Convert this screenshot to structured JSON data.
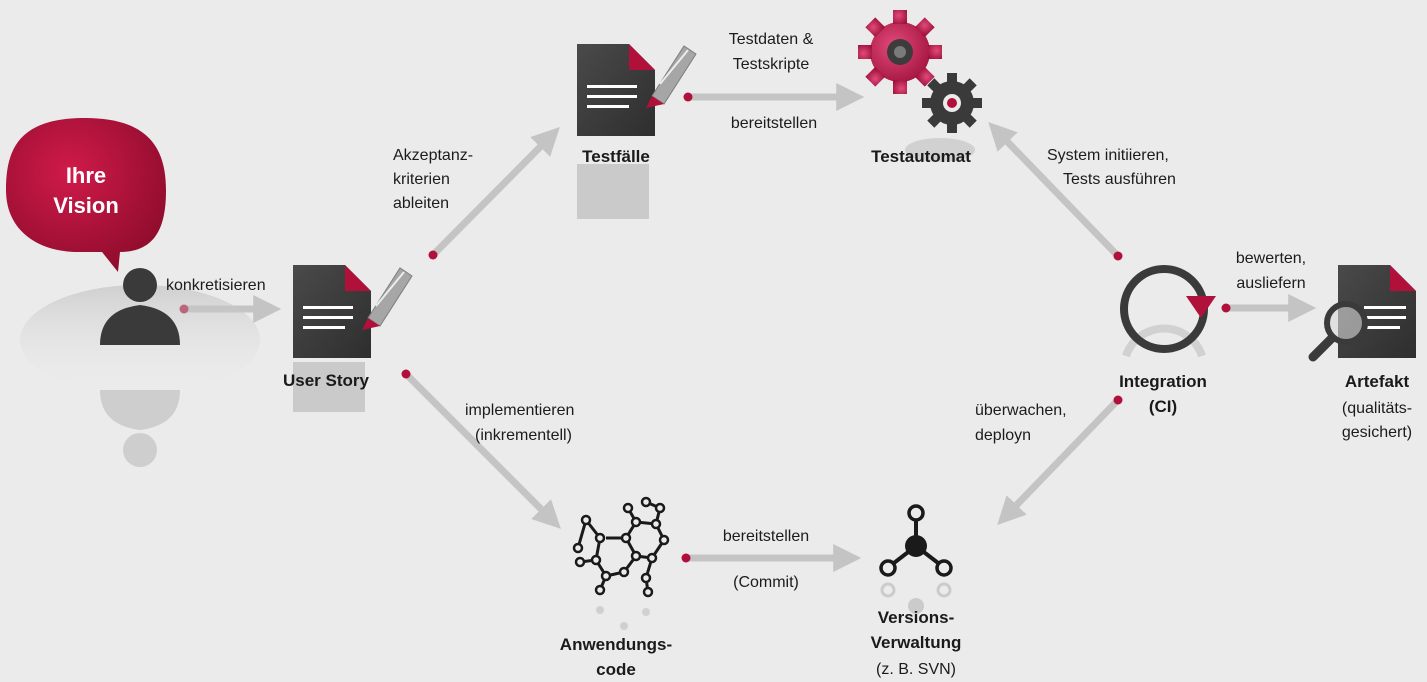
{
  "colors": {
    "background": "#ebebeb",
    "accent": "#b0103a",
    "dark": "#3d3d3d",
    "arrow": "#c4c4c4"
  },
  "vision": {
    "line1": "Ihre",
    "line2": "Vision"
  },
  "nodes": {
    "user_story": "User Story",
    "testfaelle": "Testfälle",
    "testautomat": "Testautomat",
    "integration_1": "Integration",
    "integration_2": "(CI)",
    "artefakt": "Artefakt",
    "artefakt_sub_1": "(qualitäts-",
    "artefakt_sub_2": "gesichert)",
    "anwendungscode_1": "Anwendungs-",
    "anwendungscode_2": "code",
    "versions_1": "Versions-",
    "versions_2": "Verwaltung",
    "versions_sub": "(z. B. SVN)"
  },
  "edges": {
    "konkretisieren": "konkretisieren",
    "akzeptanz_1": "Akzeptanz-",
    "akzeptanz_2": "kriterien",
    "akzeptanz_3": "ableiten",
    "testdaten_1": "Testdaten &",
    "testdaten_2": "Testskripte",
    "bereitstellen_top": "bereitstellen",
    "system_1": "System initiieren,",
    "system_2": "Tests ausführen",
    "bewerten_1": "bewerten,",
    "bewerten_2": "ausliefern",
    "implementieren_1": "implementieren",
    "implementieren_2": "(inkrementell)",
    "bereitstellen_bottom": "bereitstellen",
    "commit": "(Commit)",
    "ueberwachen_1": "überwachen,",
    "ueberwachen_2": "deployn"
  }
}
